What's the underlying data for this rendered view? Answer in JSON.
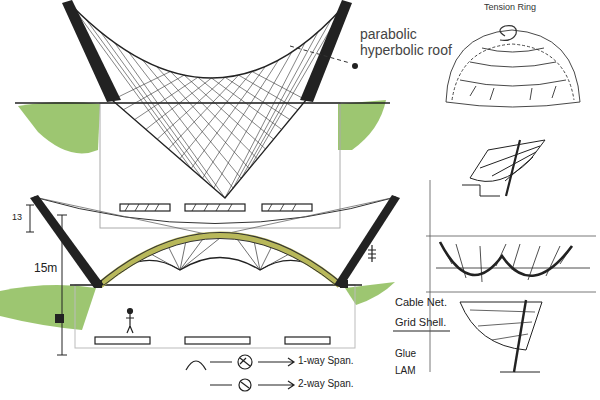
{
  "diagram": {
    "labels": [
      "parabolic hyperbolic roof",
      "Tension Ring",
      "13",
      "15m",
      "Cable Net.",
      "Grid Shell.",
      "1-way Span.",
      "2-way Span.",
      "Glue",
      "LAM"
    ]
  }
}
